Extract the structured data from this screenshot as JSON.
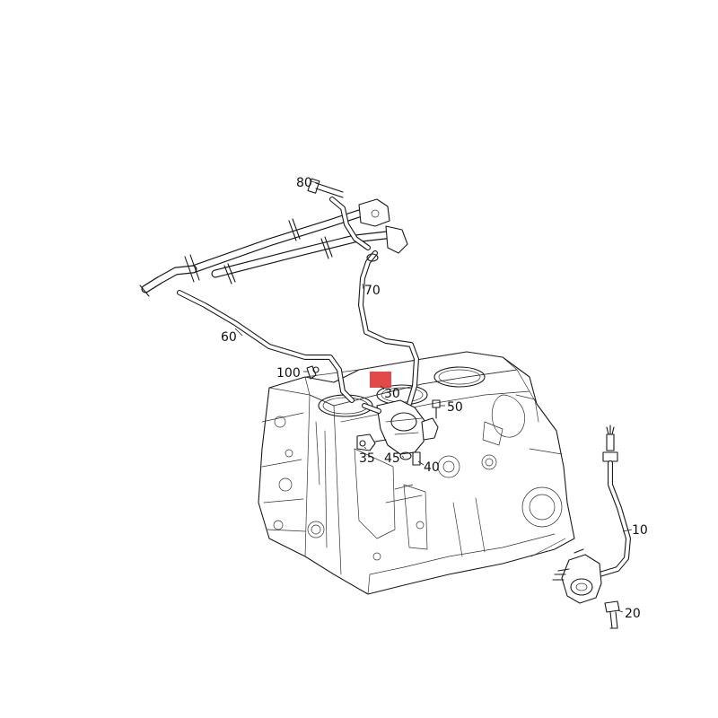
{
  "callouts": [
    {
      "id": "c80",
      "label": "80"
    },
    {
      "id": "c70",
      "label": "70"
    },
    {
      "id": "c60",
      "label": "60"
    },
    {
      "id": "c100",
      "label": "100"
    },
    {
      "id": "c30",
      "label": "30"
    },
    {
      "id": "c50",
      "label": "50"
    },
    {
      "id": "c35",
      "label": "35"
    },
    {
      "id": "c45",
      "label": "45"
    },
    {
      "id": "c40",
      "label": "40"
    },
    {
      "id": "c10",
      "label": "10"
    },
    {
      "id": "c20",
      "label": "20"
    }
  ],
  "colors": {
    "line": "#1a1a1a",
    "highlight": "#e03a3a",
    "background": "#ffffff"
  }
}
